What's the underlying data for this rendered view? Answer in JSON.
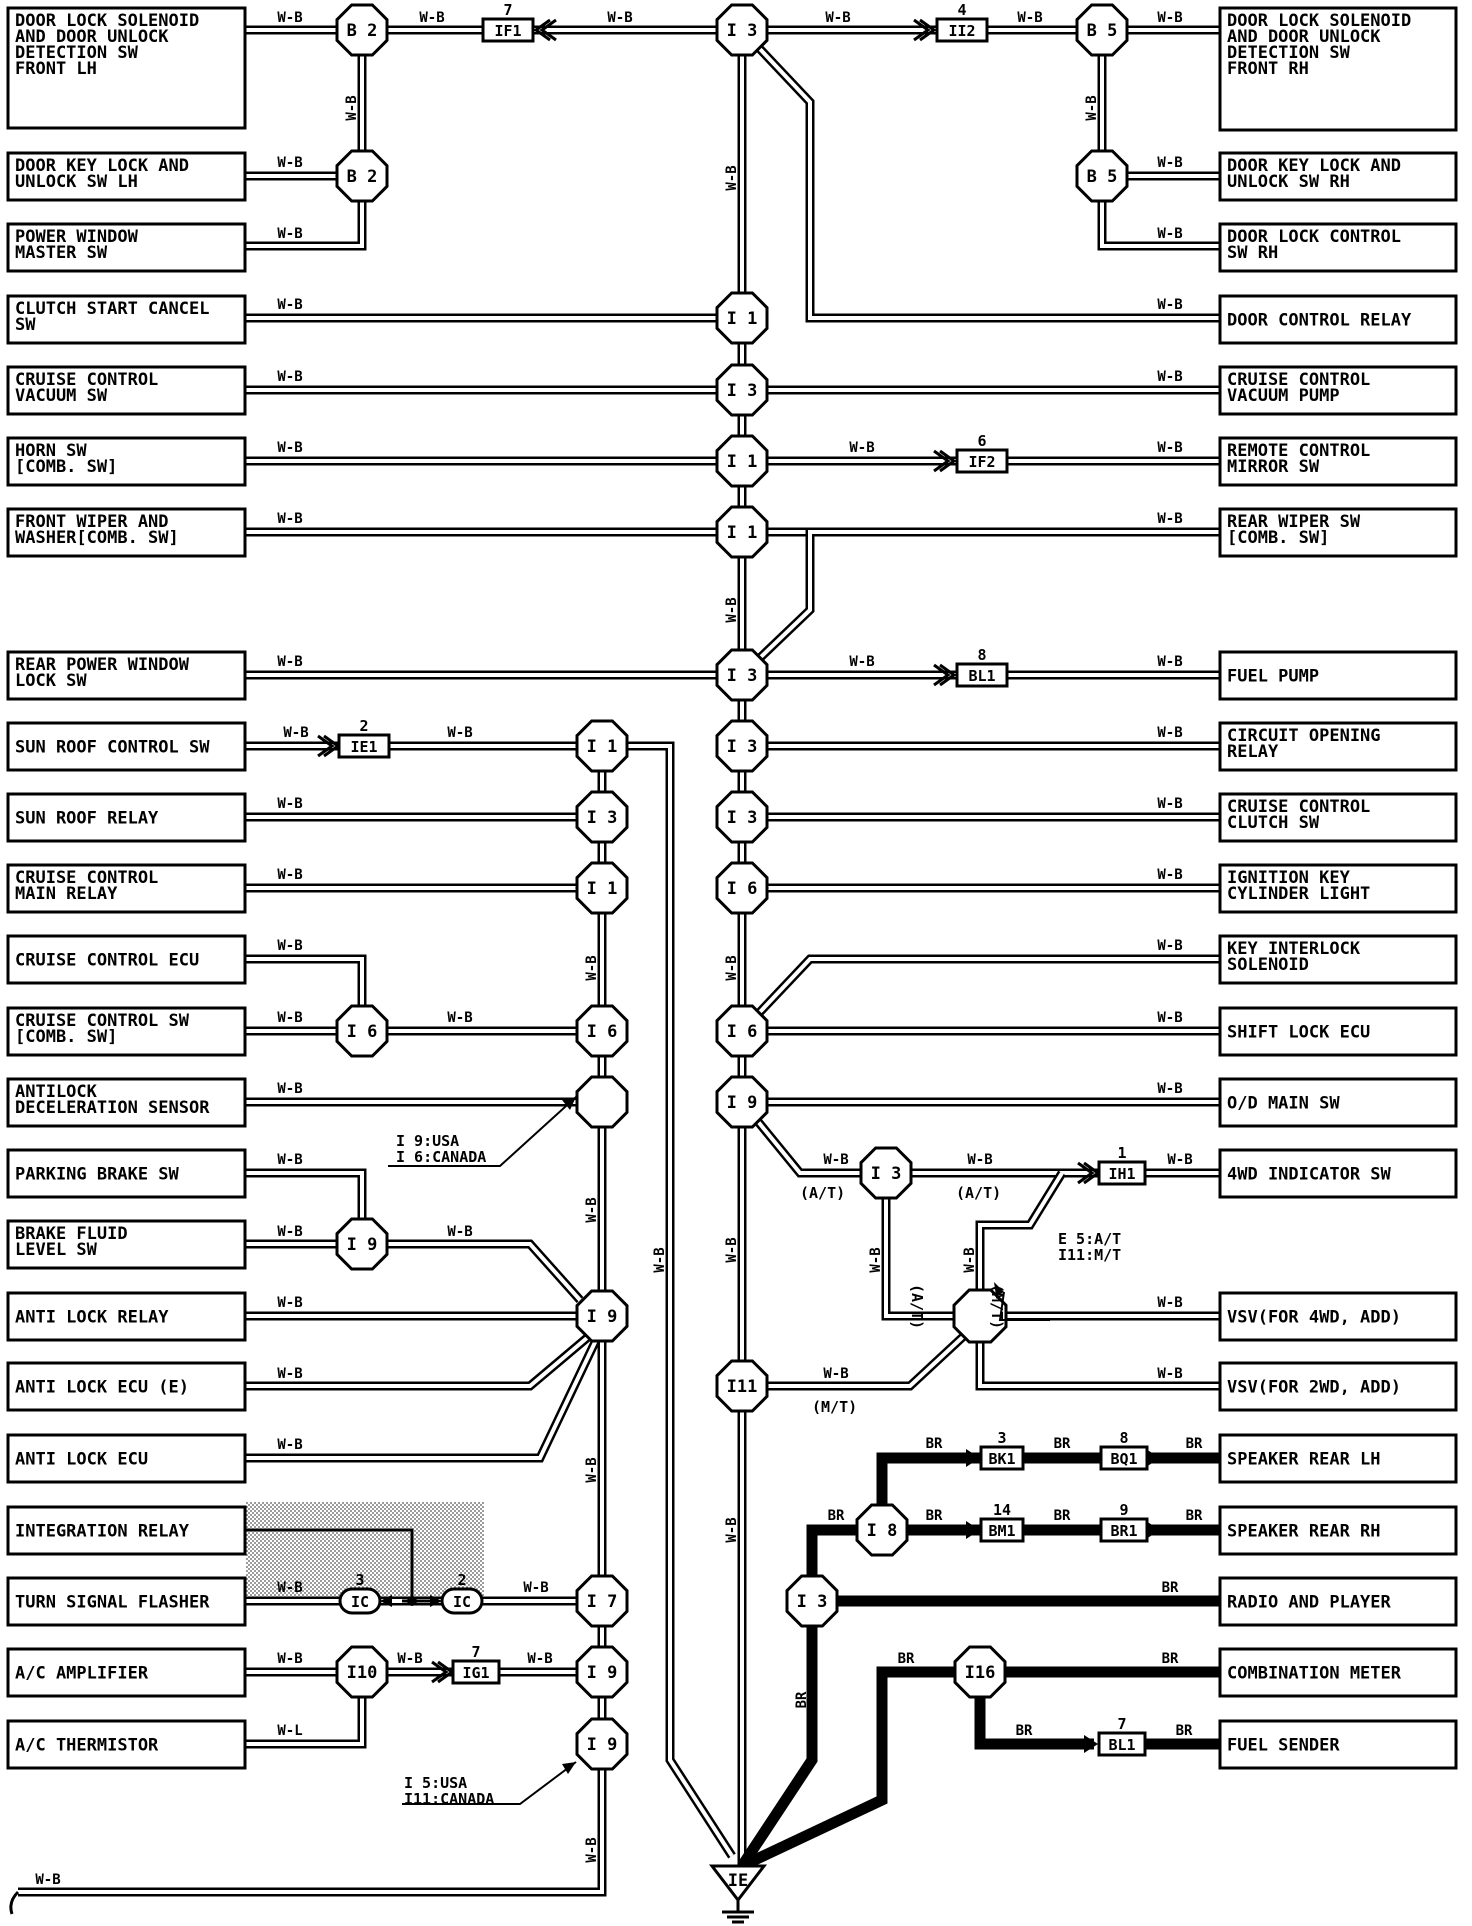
{
  "components_left": [
    {
      "id": "L1",
      "lines": [
        "DOOR LOCK SOLENOID",
        "AND DOOR UNLOCK",
        "DETECTION SW",
        "FRONT LH"
      ]
    },
    {
      "id": "L2",
      "lines": [
        "DOOR KEY LOCK AND",
        "UNLOCK SW LH"
      ]
    },
    {
      "id": "L3",
      "lines": [
        "POWER WINDOW",
        "MASTER SW"
      ]
    },
    {
      "id": "L4",
      "lines": [
        "CLUTCH START CANCEL",
        "SW"
      ]
    },
    {
      "id": "L5",
      "lines": [
        "CRUISE CONTROL",
        "VACUUM SW"
      ]
    },
    {
      "id": "L6",
      "lines": [
        "HORN SW",
        "[COMB. SW]"
      ]
    },
    {
      "id": "L7",
      "lines": [
        "FRONT WIPER AND",
        "WASHER[COMB. SW]"
      ]
    },
    {
      "id": "L8",
      "lines": [
        "REAR POWER WINDOW",
        "LOCK SW"
      ]
    },
    {
      "id": "L9",
      "lines": [
        "SUN ROOF CONTROL SW"
      ]
    },
    {
      "id": "L10",
      "lines": [
        "SUN ROOF RELAY"
      ]
    },
    {
      "id": "L11",
      "lines": [
        "CRUISE CONTROL",
        "MAIN RELAY"
      ]
    },
    {
      "id": "L12",
      "lines": [
        "CRUISE CONTROL ECU"
      ]
    },
    {
      "id": "L13",
      "lines": [
        "CRUISE CONTROL SW",
        "[COMB. SW]"
      ]
    },
    {
      "id": "L14",
      "lines": [
        "ANTILOCK",
        "DECELERATION SENSOR"
      ]
    },
    {
      "id": "L15",
      "lines": [
        "PARKING BRAKE SW"
      ]
    },
    {
      "id": "L16",
      "lines": [
        "BRAKE FLUID",
        "LEVEL SW"
      ]
    },
    {
      "id": "L17",
      "lines": [
        "ANTI LOCK RELAY"
      ]
    },
    {
      "id": "L18",
      "lines": [
        "ANTI LOCK ECU (E)"
      ]
    },
    {
      "id": "L19",
      "lines": [
        "ANTI LOCK ECU"
      ]
    },
    {
      "id": "L20",
      "lines": [
        "INTEGRATION RELAY"
      ]
    },
    {
      "id": "L21",
      "lines": [
        "TURN SIGNAL FLASHER"
      ]
    },
    {
      "id": "L22",
      "lines": [
        "A/C AMPLIFIER"
      ]
    },
    {
      "id": "L23",
      "lines": [
        "A/C THERMISTOR"
      ]
    }
  ],
  "components_right": [
    {
      "id": "R1",
      "lines": [
        "DOOR LOCK SOLENOID",
        "AND DOOR UNLOCK",
        "DETECTION SW",
        "FRONT RH"
      ]
    },
    {
      "id": "R2",
      "lines": [
        "DOOR KEY LOCK AND",
        "UNLOCK SW RH"
      ]
    },
    {
      "id": "R3",
      "lines": [
        "DOOR LOCK CONTROL",
        "SW RH"
      ]
    },
    {
      "id": "R4",
      "lines": [
        "DOOR CONTROL RELAY"
      ]
    },
    {
      "id": "R5",
      "lines": [
        "CRUISE CONTROL",
        "VACUUM PUMP"
      ]
    },
    {
      "id": "R6",
      "lines": [
        "REMOTE CONTROL",
        "MIRROR SW"
      ]
    },
    {
      "id": "R7",
      "lines": [
        "REAR WIPER SW",
        "[COMB. SW]"
      ]
    },
    {
      "id": "R8",
      "lines": [
        "FUEL PUMP"
      ]
    },
    {
      "id": "R9",
      "lines": [
        "CIRCUIT OPENING",
        "RELAY"
      ]
    },
    {
      "id": "R10",
      "lines": [
        "CRUISE CONTROL",
        "CLUTCH SW"
      ]
    },
    {
      "id": "R11",
      "lines": [
        "IGNITION KEY",
        "CYLINDER LIGHT"
      ]
    },
    {
      "id": "R12",
      "lines": [
        "KEY INTERLOCK",
        "SOLENOID"
      ]
    },
    {
      "id": "R13",
      "lines": [
        "SHIFT LOCK ECU"
      ]
    },
    {
      "id": "R14",
      "lines": [
        "O/D MAIN SW"
      ]
    },
    {
      "id": "R15",
      "lines": [
        "4WD INDICATOR SW"
      ]
    },
    {
      "id": "R16",
      "lines": [
        "VSV(FOR 4WD, ADD)"
      ]
    },
    {
      "id": "R17",
      "lines": [
        "VSV(FOR 2WD, ADD)"
      ]
    },
    {
      "id": "R18",
      "lines": [
        "SPEAKER REAR LH"
      ]
    },
    {
      "id": "R19",
      "lines": [
        "SPEAKER REAR RH"
      ]
    },
    {
      "id": "R20",
      "lines": [
        "RADIO AND PLAYER"
      ]
    },
    {
      "id": "R21",
      "lines": [
        "COMBINATION METER"
      ]
    },
    {
      "id": "R22",
      "lines": [
        "FUEL SENDER"
      ]
    }
  ],
  "junctions": [
    {
      "id": "J_B2a",
      "label": "B 2"
    },
    {
      "id": "J_B2b",
      "label": "B 2"
    },
    {
      "id": "J_B5a",
      "label": "B 5"
    },
    {
      "id": "J_B5b",
      "label": "B 5"
    },
    {
      "id": "J_C1",
      "label": "I 3"
    },
    {
      "id": "J_C2",
      "label": "I 1"
    },
    {
      "id": "J_C3",
      "label": "I 3"
    },
    {
      "id": "J_C4",
      "label": "I 1"
    },
    {
      "id": "J_C5",
      "label": "I 1"
    },
    {
      "id": "J_C6",
      "label": "I 3"
    },
    {
      "id": "J_C7",
      "label": "I 3"
    },
    {
      "id": "J_C8",
      "label": "I 3"
    },
    {
      "id": "J_C9",
      "label": "I 6"
    },
    {
      "id": "J_C10",
      "label": "I 6"
    },
    {
      "id": "J_C11",
      "label": "I 9"
    },
    {
      "id": "J_C12",
      "label": "I11"
    },
    {
      "id": "J_L1",
      "label": "I 1"
    },
    {
      "id": "J_L2",
      "label": "I 3"
    },
    {
      "id": "J_L3",
      "label": "I 1"
    },
    {
      "id": "J_L4",
      "label": "I 6"
    },
    {
      "id": "J_L5",
      "label": ""
    },
    {
      "id": "J_L6",
      "label": "I 9"
    },
    {
      "id": "J_L7",
      "label": "I 7"
    },
    {
      "id": "J_L8",
      "label": "I 9"
    },
    {
      "id": "J_L9",
      "label": "I 9"
    },
    {
      "id": "J_ECU",
      "label": "I 6"
    },
    {
      "id": "J_BF",
      "label": "I 9"
    },
    {
      "id": "J_AC",
      "label": "I10"
    },
    {
      "id": "J_I3R",
      "label": "I 3"
    },
    {
      "id": "J_BIG",
      "label": ""
    },
    {
      "id": "J_I8",
      "label": "I 8"
    },
    {
      "id": "J_I3B",
      "label": "I 3"
    },
    {
      "id": "J_I16",
      "label": "I16"
    }
  ],
  "connectors": [
    {
      "id": "K_IF1",
      "label": "IF1",
      "pin": "7"
    },
    {
      "id": "K_II2",
      "label": "II2",
      "pin": "4"
    },
    {
      "id": "K_IF2",
      "label": "IF2",
      "pin": "6"
    },
    {
      "id": "K_BL1a",
      "label": "BL1",
      "pin": "8"
    },
    {
      "id": "K_IE1",
      "label": "IE1",
      "pin": "2"
    },
    {
      "id": "K_IH1",
      "label": "IH1",
      "pin": "1"
    },
    {
      "id": "K_BK1",
      "label": "BK1",
      "pin": "3"
    },
    {
      "id": "K_BQ1",
      "label": "BQ1",
      "pin": "8"
    },
    {
      "id": "K_BM1",
      "label": "BM1",
      "pin": "14"
    },
    {
      "id": "K_BR1",
      "label": "BR1",
      "pin": "9"
    },
    {
      "id": "K_BL1b",
      "label": "BL1",
      "pin": "7"
    },
    {
      "id": "K_IG1",
      "label": "IG1",
      "pin": "7"
    },
    {
      "id": "K_IC3",
      "label": "IC",
      "pin": "3"
    },
    {
      "id": "K_IC2",
      "label": "IC",
      "pin": "2"
    }
  ],
  "ground": {
    "label": "IE"
  },
  "wire_color_labels": {
    "wb": "W-B",
    "br": "BR",
    "wl": "W-L"
  },
  "annotations": {
    "at1": "(A/T)",
    "at2": "(A/T)",
    "at3": "(A/T)",
    "mt1": "(M/T)",
    "mt2": "(M/T)",
    "note_i9_l1": "I 9:USA",
    "note_i9_l2": "I 6:CANADA",
    "note_e5_l1": "E 5:A/T",
    "note_e5_l2": "I11:M/T",
    "note_i5_l1": "I 5:USA",
    "note_i5_l2": "I11:CANADA"
  }
}
